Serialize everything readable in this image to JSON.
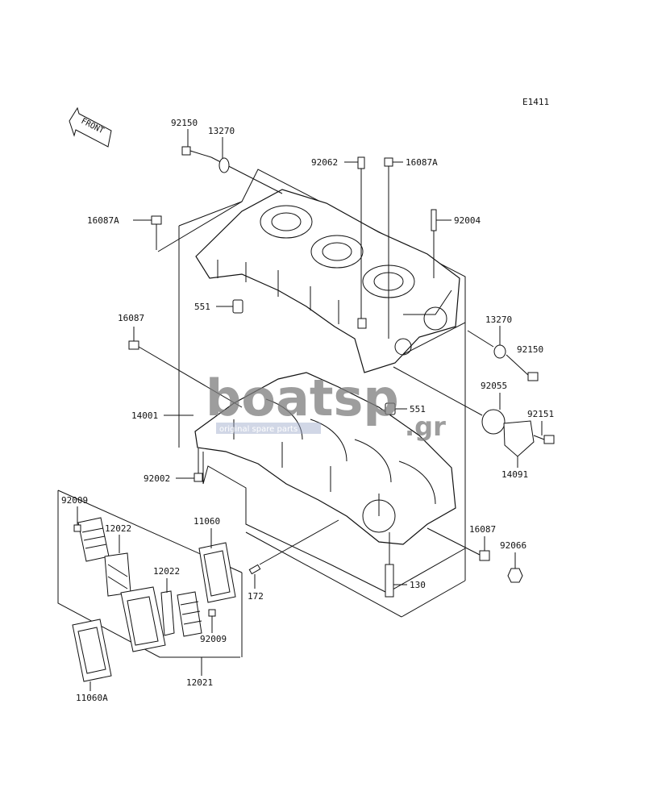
{
  "diagram_code": "E1411",
  "front_label": "FRONT",
  "watermark": {
    "main": "boatsp",
    "suffix": ".gr",
    "tagline": "original spare parts"
  },
  "parts": {
    "p92150_top": "92150",
    "p13270_top": "13270",
    "p92062": "92062",
    "p16087A_top": "16087A",
    "p16087A_left": "16087A",
    "p92004": "92004",
    "p551_left": "551",
    "p16087_left": "16087",
    "p13270_right": "13270",
    "p92150_right": "92150",
    "p92055": "92055",
    "p551_right": "551",
    "p14001": "14001",
    "p92151": "92151",
    "p14091": "14091",
    "p92002": "92002",
    "p92009_left": "92009",
    "p12022_left": "12022",
    "p11060": "11060",
    "p12022_mid": "12022",
    "p172": "172",
    "p92009_right": "92009",
    "p16087_right": "16087",
    "p92066": "92066",
    "p130": "130",
    "p12021": "12021",
    "p11060A": "11060A"
  },
  "colors": {
    "line": "#111111",
    "watermark": "#7d7d7d",
    "watermark_tag": "#9aa7c8"
  }
}
